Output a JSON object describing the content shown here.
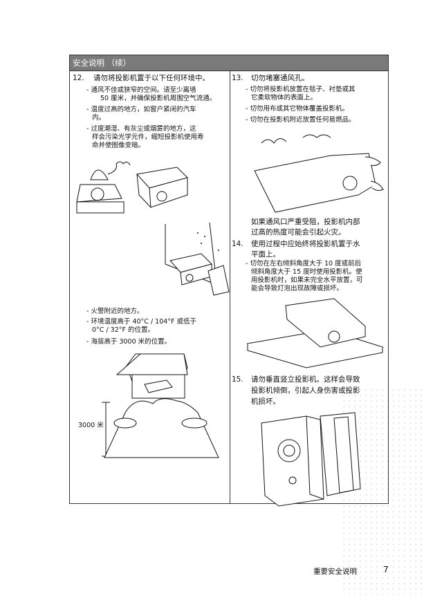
{
  "header": {
    "title": "安全说明 （续）"
  },
  "left": {
    "item12": {
      "number": "12.",
      "title": "请勿将投影机置于以下任何环境中。",
      "bullets": [
        "- 通风不佳或狭窄的空间。请至少离墙",
        "50 厘米，并确保投影机周围空气流通。",
        "- 温度过高的地方，如窗户紧闭的汽车",
        "内。",
        "- 过度潮湿、有灰尘或烟雾的地方，这",
        "样会污染光学元件，缩短投影机使用寿",
        "命并使图像变暗。"
      ],
      "bullets2": [
        "- 火警附近的地方。",
        "- 环境温度高于 40°C / 104°F 或低于",
        "0°C / 32°F 的位置。",
        "- 海拔高于 3000 米的位置。"
      ],
      "altitude_label": "3000 米"
    }
  },
  "right": {
    "item13": {
      "number": "13.",
      "title": "切勿堵塞通风孔。",
      "bullets": [
        "- 切勿将投影机放置在毯子、衬垫或其",
        "它柔软物体的表面上。",
        "- 切勿用布或其它物体覆盖投影机。",
        "- 切勿在投影机附近放置任何易燃品。"
      ],
      "caption": [
        "如果通风口严重受阻，投影机内部",
        "过高的热度可能会引起火灾。"
      ]
    },
    "item14": {
      "number": "14.",
      "title_lines": [
        "使用过程中应始终将投影机置于水",
        "平面上。"
      ],
      "bullets": [
        "- 切勿在左右倾斜角度大于 10 度或前后",
        "倾斜角度大于 15 度时使用投影机。使",
        "用投影机时，如果未完全水平放置，可",
        "能会导致灯泡出现故障或损坏。"
      ]
    },
    "item15": {
      "number": "15.",
      "title_lines": [
        "请勿垂直竖立投影机。这样会导致",
        "投影机倾倒，引起人身伤害或投影",
        "机损坏。"
      ]
    }
  },
  "footer": {
    "section_title": "重要安全说明",
    "page_number": "7"
  }
}
